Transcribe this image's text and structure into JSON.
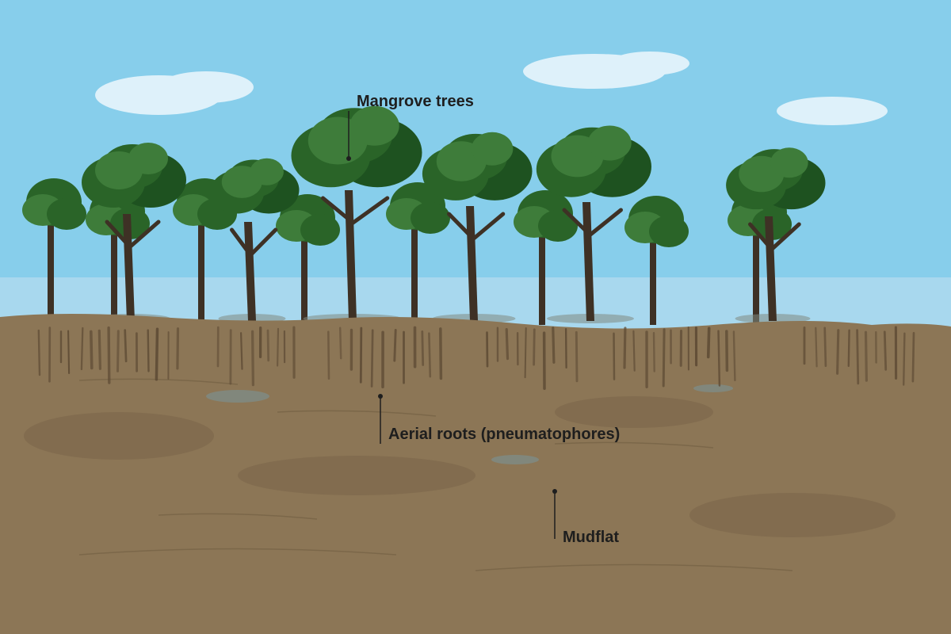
{
  "labels": {
    "mangrove_trees": "Mangrove trees",
    "aerial_roots": "Aerial roots (pneumatophores)",
    "mudflat": "Mudflat"
  },
  "colors": {
    "sky": "#87CEEB",
    "water": "#A8D8EE",
    "mud": "#8C7656",
    "mud_dark": "#806A4D",
    "cloud": "#E8F5FC",
    "trunk": "#3E3125",
    "leaf_dark": "#1E5220",
    "leaf_mid": "#2A6428",
    "leaf_light": "#3E7C3A",
    "root": "#5E4B35",
    "puddle": "#7F8B82",
    "label_text": "#1e1e1e"
  }
}
